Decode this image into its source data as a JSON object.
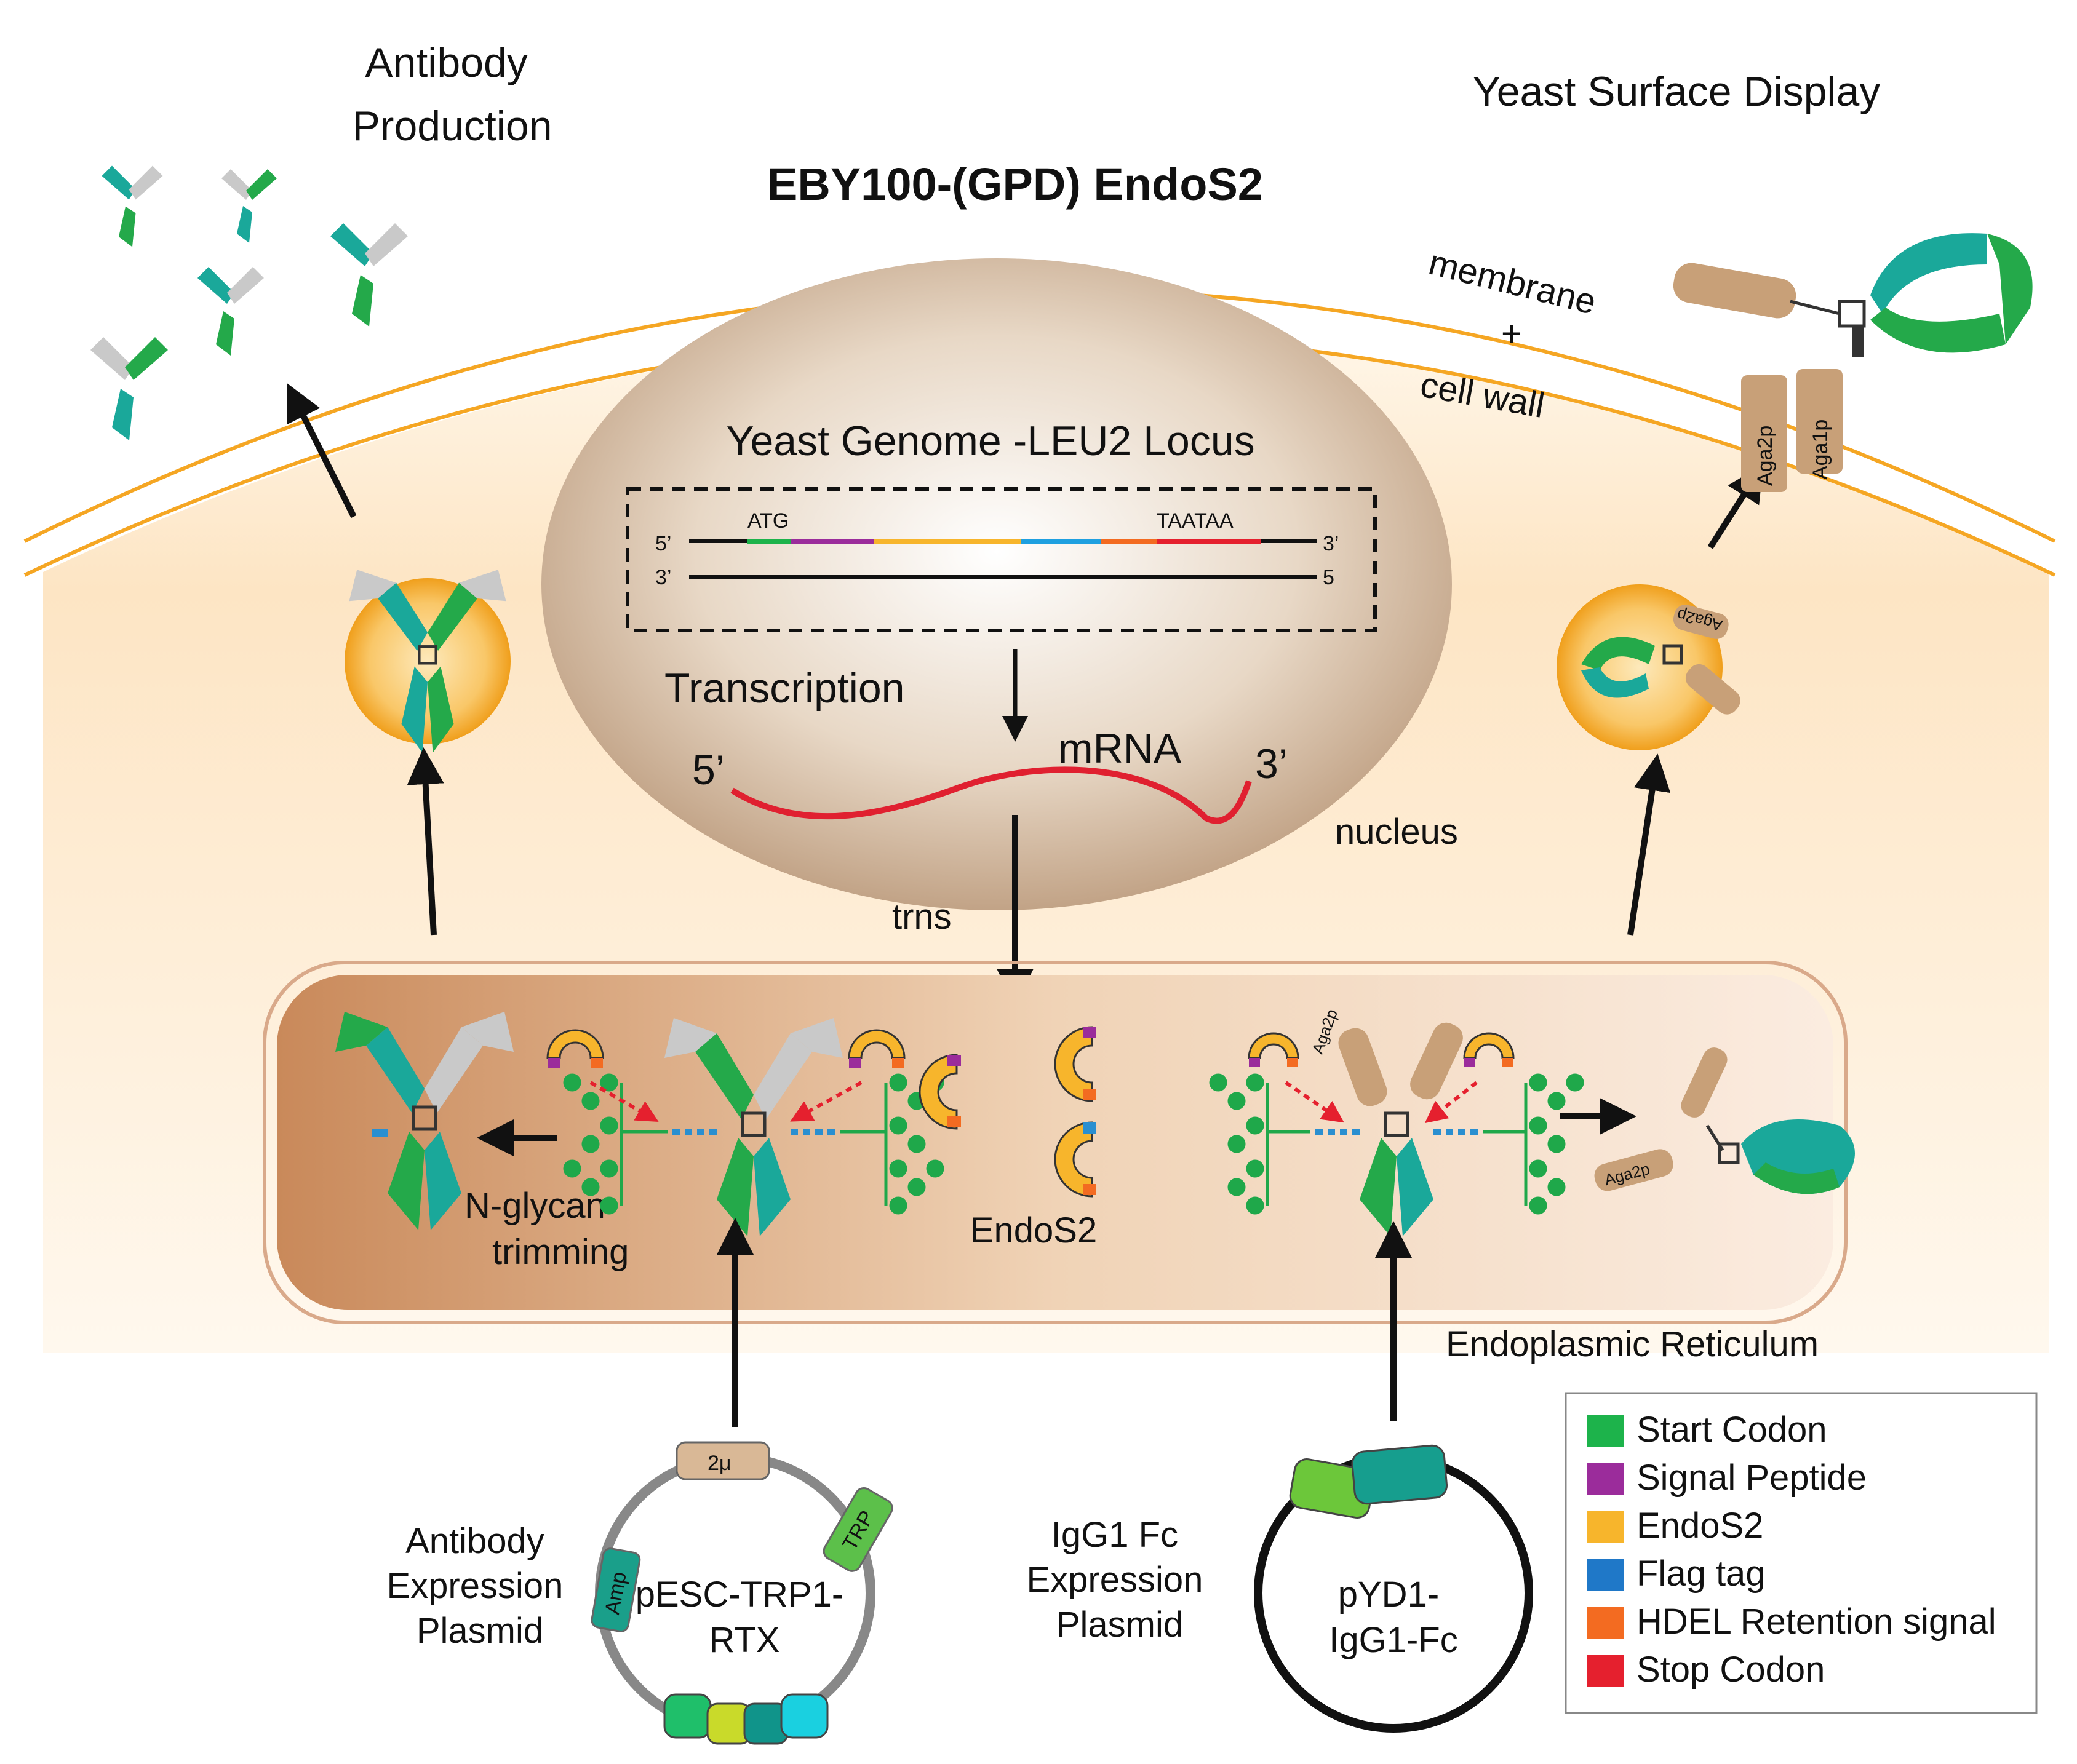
{
  "titles": {
    "antibody_production": [
      "Antibody",
      "Production"
    ],
    "yeast_surface_display": "Yeast Surface Display",
    "strain": "EBY100-(GPD) EndoS2"
  },
  "cell": {
    "membrane_label": [
      "membrane",
      "+",
      "cell wall"
    ],
    "nucleus_label": "nucleus",
    "er_label": "Endoplasmic Reticulum"
  },
  "nucleus": {
    "title": "Yeast Genome -LEU2 Locus",
    "strand_top_5": "5’",
    "strand_top_3": "3’",
    "strand_bottom_3": "3’",
    "strand_bottom_5": "5",
    "start_codon": "ATG",
    "stop_codon": "TAATAA",
    "transcription": "Transcription",
    "mrna": "mRNA",
    "mrna_5": "5’",
    "mrna_3": "3’"
  },
  "process": {
    "translation": "trns",
    "nglycan": [
      "N-glycan",
      "trimming"
    ],
    "endos2": "EndoS2",
    "aga2p": "Aga2p",
    "aga1p": "Aga1p"
  },
  "plasmids": {
    "antibody": {
      "caption": [
        "Antibody",
        "Expression",
        "Plasmid"
      ],
      "name": [
        "pESC-TRP1-",
        "RTX"
      ],
      "marker_2u": "2μ",
      "marker_trp": "TRP",
      "marker_amp": "Amp"
    },
    "fc": {
      "caption": [
        "IgG1 Fc",
        "Expression",
        "Plasmid"
      ],
      "name": [
        "pYD1-",
        "IgG1-Fc"
      ]
    }
  },
  "legend": {
    "items": [
      {
        "label": "Start Codon",
        "color": "#1db34b"
      },
      {
        "label": "Signal Peptide",
        "color": "#9b2c9b"
      },
      {
        "label": "EndoS2",
        "color": "#f7b52c"
      },
      {
        "label": "Flag tag",
        "color": "#1f78c8"
      },
      {
        "label": "HDEL Retention signal",
        "color": "#f36b21"
      },
      {
        "label": "Stop Codon",
        "color": "#e5202e"
      }
    ]
  },
  "colors": {
    "antibody_heavy": "#1aa89a",
    "antibody_green": "#24a94a",
    "antibody_light": "#c9c9c9",
    "glycan": "#1fa84a",
    "flag": "#2a8fd0",
    "mrna": "#e02030",
    "cell_wall": "#f5a623"
  }
}
